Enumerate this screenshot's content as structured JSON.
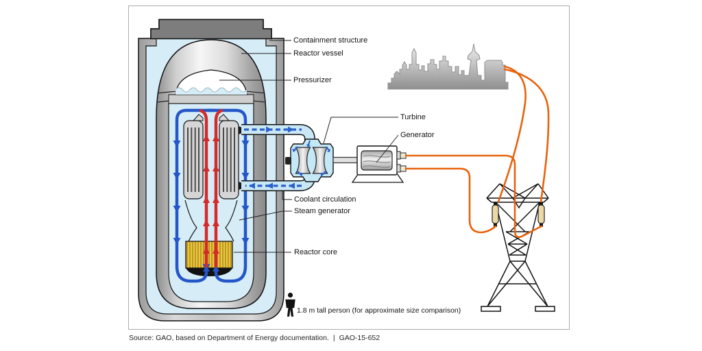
{
  "figure": {
    "labels": {
      "containment_structure": "Containment structure",
      "reactor_vessel": "Reactor vessel",
      "pressurizer": "Pressurizer",
      "turbine": "Turbine",
      "generator": "Generator",
      "coolant_circulation": "Coolant circulation",
      "steam_generator": "Steam generator",
      "reactor_core": "Reactor core"
    },
    "scale_note": "1.8 m tall person (for approximate size comparison)",
    "source": {
      "text": "Source: GAO, based on Department of Energy documentation.",
      "separator": "|",
      "report_id": "GAO-15-652"
    },
    "colors": {
      "hot_coolant": "#d42a2a",
      "cold_coolant": "#2456c8",
      "steam_pipe_fill": "#c9e7f5",
      "interior_fill": "#d6edf8",
      "electric_wire": "#e8620c",
      "fuel_core": "#eac63e",
      "insulator": "#ead9a6"
    }
  }
}
